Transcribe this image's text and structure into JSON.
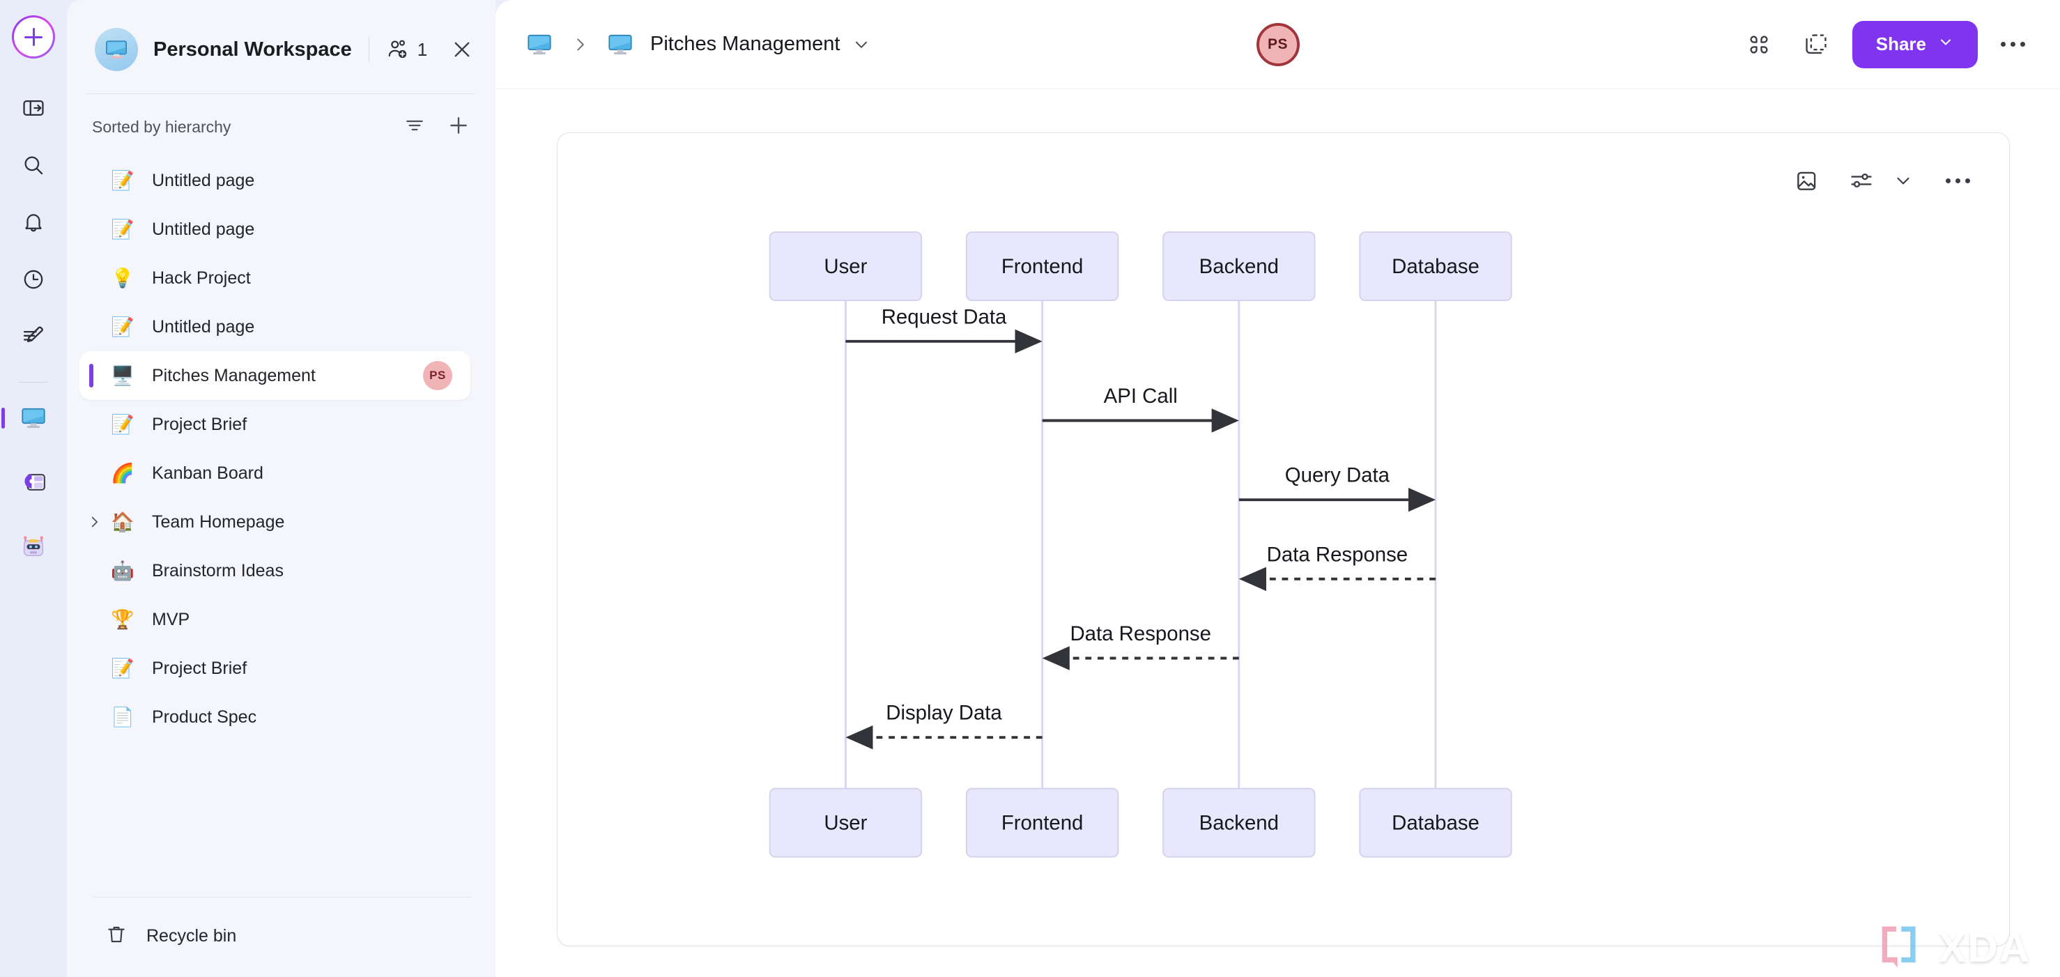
{
  "rail": {
    "add_button": "add-new",
    "items": [
      {
        "name": "panel-toggle-icon"
      },
      {
        "name": "search-icon"
      },
      {
        "name": "notifications-icon"
      },
      {
        "name": "recent-icon"
      },
      {
        "name": "edit-note-icon"
      }
    ],
    "apps": [
      {
        "name": "workspace-monitor-icon",
        "active": true
      },
      {
        "name": "app-purple-icon",
        "active": false
      },
      {
        "name": "robot-assistant-icon",
        "active": false
      }
    ]
  },
  "sidebar": {
    "workspace_title": "Personal Workspace",
    "members_count": "1",
    "sort_label": "Sorted by hierarchy",
    "pages": [
      {
        "emoji": "📝",
        "label": "Untitled page",
        "active": false,
        "expandable": false,
        "badge": ""
      },
      {
        "emoji": "📝",
        "label": "Untitled page",
        "active": false,
        "expandable": false,
        "badge": ""
      },
      {
        "emoji": "💡",
        "label": "Hack Project",
        "active": false,
        "expandable": false,
        "badge": ""
      },
      {
        "emoji": "📝",
        "label": "Untitled page",
        "active": false,
        "expandable": false,
        "badge": ""
      },
      {
        "emoji": "🖥️",
        "label": "Pitches Management",
        "active": true,
        "expandable": false,
        "badge": "PS"
      },
      {
        "emoji": "📝",
        "label": "Project Brief",
        "active": false,
        "expandable": false,
        "badge": ""
      },
      {
        "emoji": "🌈",
        "label": "Kanban Board",
        "active": false,
        "expandable": false,
        "badge": ""
      },
      {
        "emoji": "🏠",
        "label": "Team Homepage",
        "active": false,
        "expandable": true,
        "badge": ""
      },
      {
        "emoji": "🤖",
        "label": "Brainstorm Ideas",
        "active": false,
        "expandable": false,
        "badge": ""
      },
      {
        "emoji": "🏆",
        "label": "MVP",
        "active": false,
        "expandable": false,
        "badge": ""
      },
      {
        "emoji": "📝",
        "label": "Project Brief",
        "active": false,
        "expandable": false,
        "badge": ""
      },
      {
        "emoji": "📄",
        "label": "Product Spec",
        "active": false,
        "expandable": false,
        "badge": ""
      }
    ],
    "recycle_bin_label": "Recycle bin"
  },
  "topbar": {
    "breadcrumb_root_icon": "monitor-icon",
    "breadcrumb_current": "Pitches Management",
    "avatar_initials": "PS",
    "share_label": "Share",
    "icons": [
      "apps-grid-icon",
      "frame-select-icon",
      "more-options-icon"
    ]
  },
  "canvas": {
    "tools": [
      "image-icon",
      "settings-sliders-icon",
      "chevron-down-icon",
      "more-icon"
    ]
  },
  "chart_data": {
    "type": "sequence-diagram",
    "title": "",
    "participants": [
      "User",
      "Frontend",
      "Backend",
      "Database"
    ],
    "messages": [
      {
        "from": "User",
        "to": "Frontend",
        "label": "Request Data",
        "style": "solid"
      },
      {
        "from": "Frontend",
        "to": "Backend",
        "label": "API Call",
        "style": "solid"
      },
      {
        "from": "Backend",
        "to": "Database",
        "label": "Query Data",
        "style": "solid"
      },
      {
        "from": "Database",
        "to": "Backend",
        "label": "Data Response",
        "style": "dashed"
      },
      {
        "from": "Backend",
        "to": "Frontend",
        "label": "Data Response",
        "style": "dashed"
      },
      {
        "from": "Frontend",
        "to": "User",
        "label": "Display Data",
        "style": "dashed"
      }
    ],
    "colors": {
      "node_fill": "#e8e7fb",
      "node_stroke": "#d4d3ee",
      "line": "#33343a",
      "lifeline": "#d9d7ef"
    }
  },
  "watermark": {
    "text": "XDA"
  }
}
